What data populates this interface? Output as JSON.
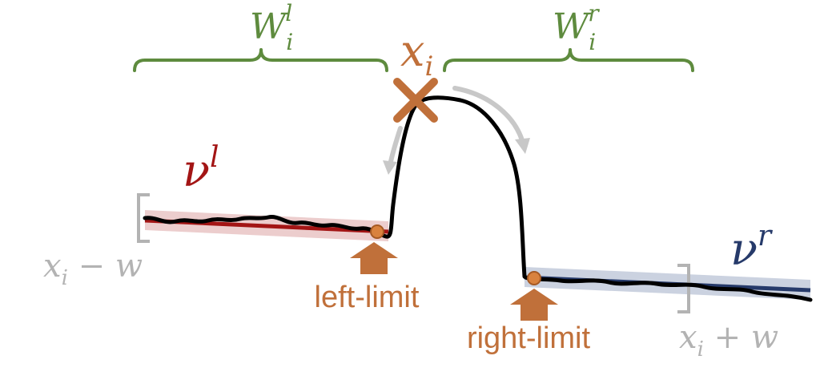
{
  "labels": {
    "window_left_main": "W",
    "window_left_sub": "i",
    "window_left_sup": "l",
    "window_right_main": "W",
    "window_right_sub": "i",
    "window_right_sup": "r",
    "point_main": "x",
    "point_sub": "i",
    "nu_left_main": "ν",
    "nu_left_sup": "l",
    "nu_right_main": "ν",
    "nu_right_sup": "r",
    "left_bound_x": "x",
    "left_bound_sub": "i",
    "left_bound_expr": " − w",
    "right_bound_x": "x",
    "right_bound_sub": "i",
    "right_bound_expr": " + w",
    "left_limit": "left-limit",
    "right_limit": "right-limit"
  },
  "colors": {
    "window_brace": "#5e8b3e",
    "point": "#c0703a",
    "nu_left": "#a31515",
    "nu_left_band": "#e9c4c4",
    "nu_right": "#263a6a",
    "nu_right_band": "#c5cddd",
    "bound": "#b3b3b3",
    "signal": "#000000",
    "arrow": "#c8c8c8",
    "limit": "#c0703a"
  }
}
